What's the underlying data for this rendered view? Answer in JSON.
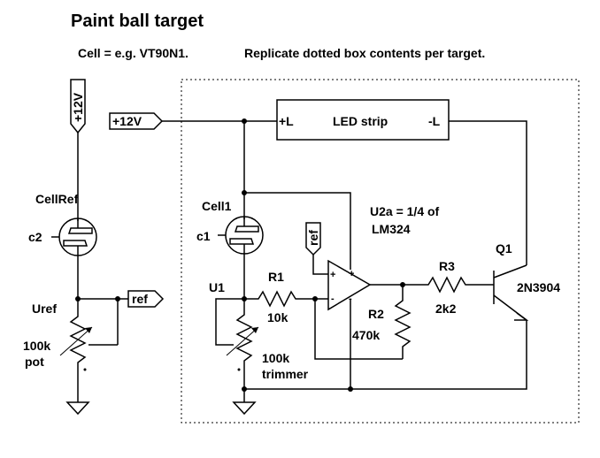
{
  "title": "Paint ball target",
  "subtitle_cell": "Cell = e.g. VT90N1.",
  "subtitle_replicate": "Replicate dotted box contents per target.",
  "labels": {
    "supply_top": "+12V",
    "supply_left": "+12V",
    "led_plus": "+L",
    "led_name": "LED strip",
    "led_minus": "-L",
    "cellref": "CellRef",
    "c2": "c2",
    "uref": "Uref",
    "pot_value": "100k",
    "pot_name": "pot",
    "ref_flag": "ref",
    "cell1": "Cell1",
    "c1": "c1",
    "u1": "U1",
    "r1": "R1",
    "r1_value": "10k",
    "trimmer_value": "100k",
    "trimmer_name": "trimmer",
    "opamp_ref": "ref",
    "opamp_plus": "+",
    "opamp_minus": "-",
    "u2a_line1": "U2a  = 1/4 of",
    "u2a_line2": "LM324",
    "r2": "R2",
    "r2_value": "470k",
    "r3": "R3",
    "r3_value": "2k2",
    "q1": "Q1",
    "q1_part": "2N3904"
  }
}
